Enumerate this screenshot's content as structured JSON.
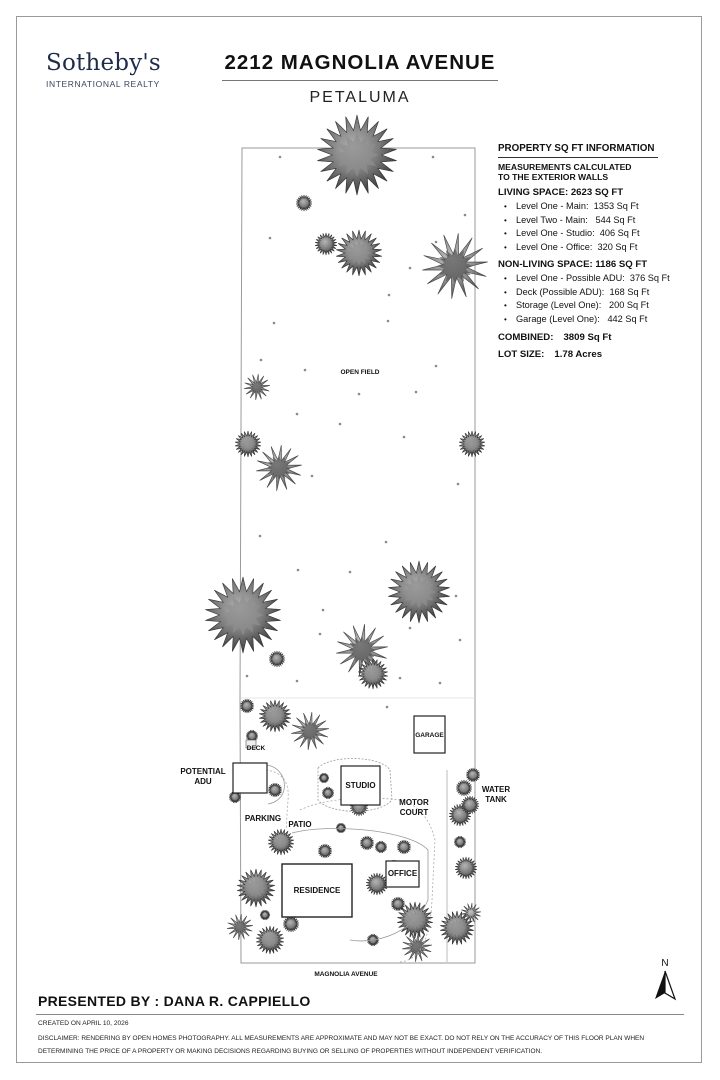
{
  "brand": {
    "name": "Sotheby's",
    "subtitle": "INTERNATIONAL REALTY"
  },
  "header": {
    "address": "2212 MAGNOLIA AVENUE",
    "city": "PETALUMA"
  },
  "sqft_info": {
    "heading": "PROPERTY SQ FT INFORMATION",
    "subheading_1": "MEASUREMENTS CALCULATED",
    "subheading_2": "TO THE EXTERIOR WALLS",
    "living_label": "LIVING SPACE: 2623 SQ FT",
    "living_items": [
      {
        "label": "Level One - Main:",
        "value": "1353 Sq Ft"
      },
      {
        "label": "Level Two - Main:",
        "value": "544 Sq Ft"
      },
      {
        "label": "Level One - Studio:",
        "value": "406 Sq Ft"
      },
      {
        "label": "Level One - Office:",
        "value": "320 Sq Ft"
      }
    ],
    "nonliving_label": "NON-LIVING SPACE: 1186 SQ FT",
    "nonliving_items": [
      {
        "label": "Level One - Possible ADU:",
        "value": "376 Sq Ft"
      },
      {
        "label": "Deck (Possible ADU):",
        "value": "168 Sq Ft"
      },
      {
        "label": "Storage (Level One):",
        "value": "200 Sq Ft"
      },
      {
        "label": "Garage (Level One):",
        "value": "442 Sq Ft"
      }
    ],
    "combined_label": "COMBINED:",
    "combined_value": "3809  Sq Ft",
    "lot_label": "LOT SIZE:",
    "lot_value": "1.78 Acres"
  },
  "map": {
    "labels": {
      "open_field": "OPEN FIELD",
      "garage": "GARAGE",
      "deck": "DECK",
      "potential_adu_1": "POTENTIAL",
      "potential_adu_2": "ADU",
      "studio": "STUDIO",
      "motor_court_1": "MOTOR",
      "motor_court_2": "COURT",
      "water_tank_1": "WATER",
      "water_tank_2": "TANK",
      "parking": "PARKING",
      "patio": "PATIO",
      "residence": "RESIDENCE",
      "office": "OFFICE",
      "street": "MAGNOLIA AVENUE"
    },
    "north": "N"
  },
  "footer": {
    "presented_by": "PRESENTED BY : DANA R. CAPPIELLO",
    "created": "CREATED ON APRIL 10, 2026",
    "disclaimer": "DISCLAIMER: RENDERING BY OPEN HOMES PHOTOGRAPHY. ALL MEASUREMENTS ARE APPROXIMATE AND MAY NOT BE EXACT. DO NOT RELY ON THE ACCURACY OF THIS FLOOR PLAN WHEN DETERMINING THE PRICE OF A PROPERTY OR MAKING DECISIONS REGARDING BUYING OR SELLING OF PROPERTIES WITHOUT INDEPENDENT VERIFICATION."
  }
}
